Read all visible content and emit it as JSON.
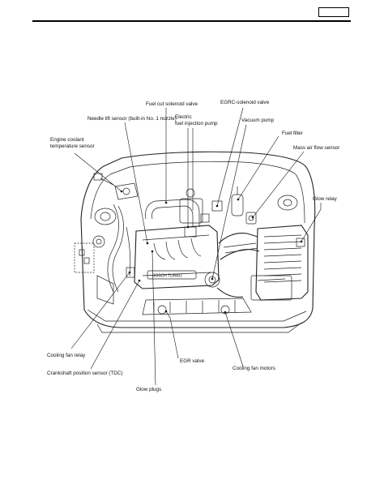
{
  "header": {
    "page_box": ""
  },
  "diagram": {
    "engraving": "BOSCH TURBO",
    "labels": {
      "fuel_cut_solenoid_valve": "Fuel cut solenoid valve",
      "egrc_solenoid_valve": "EGRC-solenoid valve",
      "needle_lift_sensor": "Needle lift sensor (built-in No. 1 nozzle)",
      "electric_fuel_injection_pump_1": "Electric",
      "electric_fuel_injection_pump_2": "fuel injection pump",
      "vacuum_pump": "Vacuum pump",
      "engine_coolant_1": "Engine coolant",
      "engine_coolant_2": "temperature sensor",
      "fuel_filter": "Fuel filter",
      "mass_air_flow_sensor": "Mass air flow sensor",
      "glow_relay": "Glow relay",
      "cooling_fan_relay": "Cooling fan relay",
      "egr_valve": "EGR valve",
      "cooling_fan_motors": "Cooling fan motors",
      "crankshaft_position_sensor": "Crankshaft position sensor (TDC)",
      "glow_plugs": "Glow plugs"
    }
  }
}
